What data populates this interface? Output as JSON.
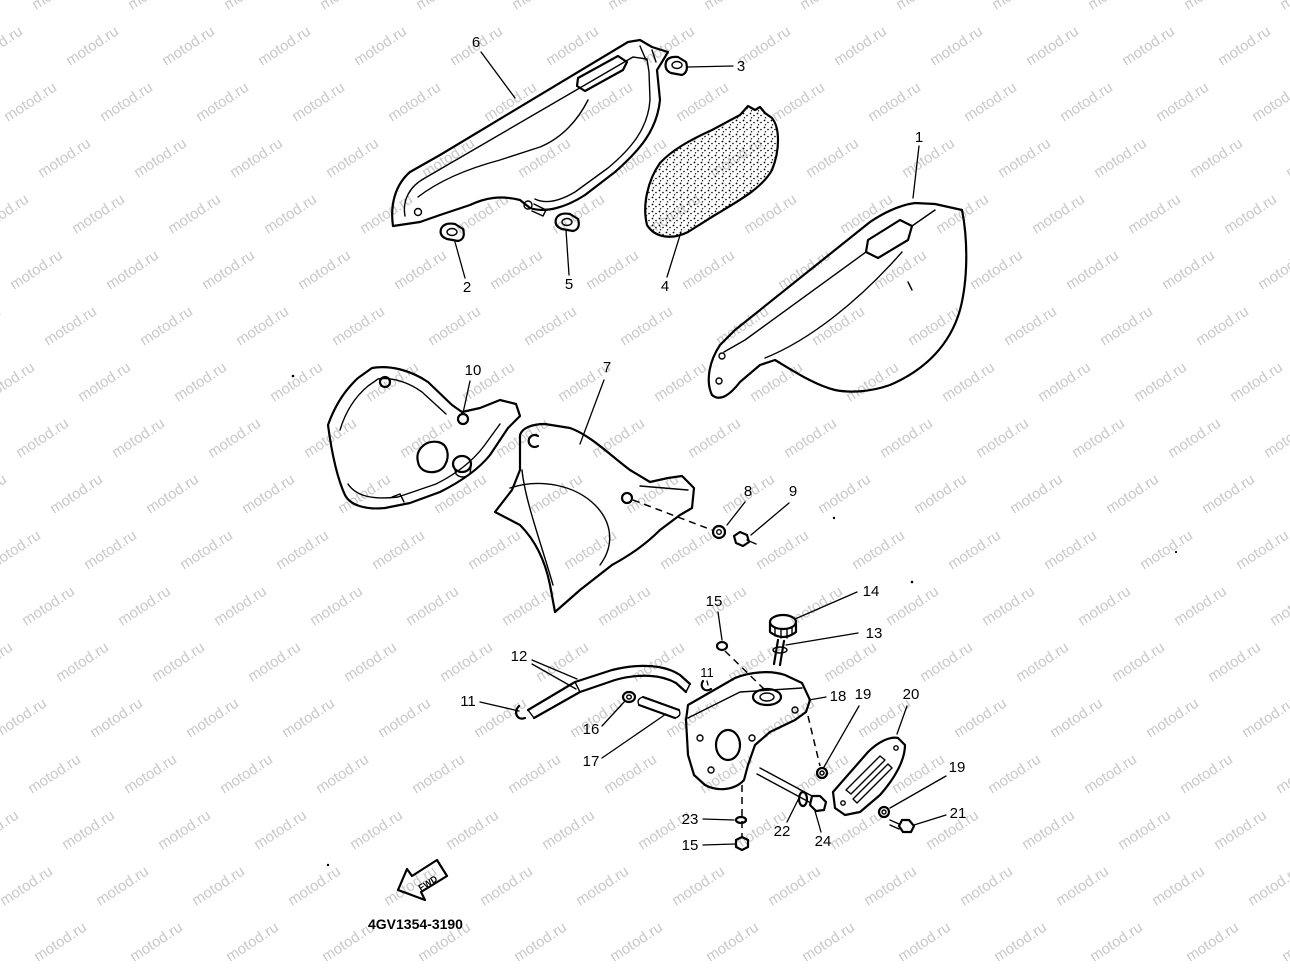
{
  "diagram": {
    "part_number": "4GV1354-3190",
    "fwd_label": "FWD",
    "watermark": "motod.ru",
    "callouts": [
      "6",
      "3",
      "2",
      "5",
      "4",
      "1",
      "10",
      "7",
      "8",
      "9",
      "15",
      "14",
      "13",
      "12",
      "11",
      "11",
      "18",
      "19",
      "20",
      "16",
      "17",
      "19",
      "21",
      "22",
      "24",
      "23",
      "15"
    ]
  },
  "colors": {
    "line": "#000000",
    "watermark": "#c9c9c9",
    "background": "#ffffff"
  }
}
